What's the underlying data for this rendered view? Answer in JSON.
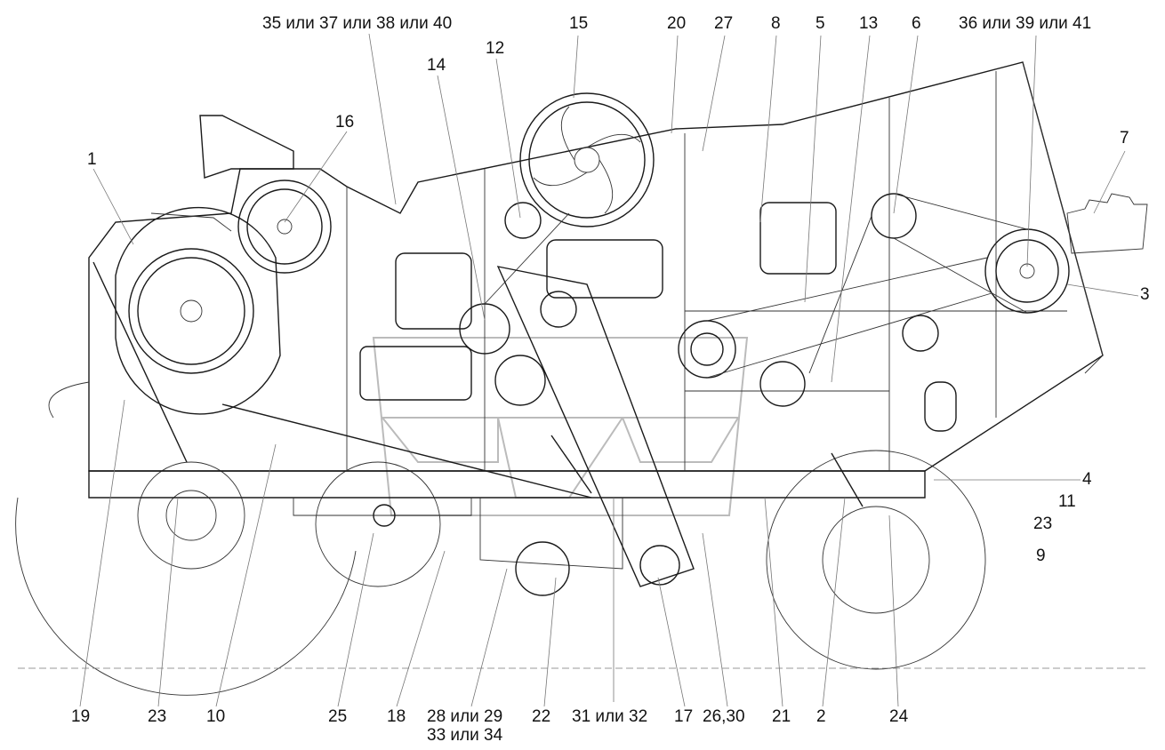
{
  "callouts_top": {
    "c35": "35 или 37 или 38 или 40",
    "c15": "15",
    "c20": "20",
    "c27": "27",
    "c8": "8",
    "c5": "5",
    "c13": "13",
    "c6": "6",
    "c36": "36 или 39 или 41",
    "c12": "12",
    "c14": "14",
    "c16": "16",
    "c1": "1",
    "c7": "7",
    "c3": "3"
  },
  "callouts_right": {
    "c4": "4",
    "c11": "11",
    "c23": "23",
    "c9": "9"
  },
  "callouts_bottom": {
    "c19": "19",
    "c23": "23",
    "c10": "10",
    "c25": "25",
    "c18": "18",
    "c28": "28 или 29",
    "c33": "33 или 34",
    "c22": "22",
    "c31": "31 или 32",
    "c17": "17",
    "c26": "26,30",
    "c21": "21",
    "c2": "2",
    "c24": "24"
  }
}
